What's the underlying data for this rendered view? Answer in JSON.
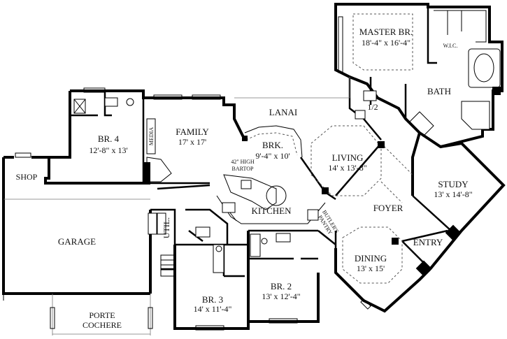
{
  "rooms": {
    "master_br": {
      "name": "MASTER BR.",
      "size": "18'-4\" x 16'-4\""
    },
    "wic": {
      "name": "W.I.C."
    },
    "bath": {
      "name": "BATH"
    },
    "half_bath": {
      "name": "1/2"
    },
    "lanai": {
      "name": "LANAI"
    },
    "br4": {
      "name": "BR. 4",
      "size": "12'-8\" x 13'"
    },
    "family": {
      "name": "FAMILY",
      "size": "17' x 17'"
    },
    "media": {
      "name": "MEDIA"
    },
    "brk": {
      "name": "BRK.",
      "size": "9'-4\" x 10'"
    },
    "bartop": {
      "line1": "42\" HIGH",
      "line2": "BARTOP"
    },
    "living": {
      "name": "LIVING",
      "size": "14' x 13'-8\""
    },
    "study": {
      "name": "STUDY",
      "size": "13' x 14'-8\""
    },
    "shop": {
      "name": "SHOP"
    },
    "kitchen": {
      "name": "KITCHEN"
    },
    "foyer": {
      "name": "FOYER"
    },
    "butlers_pantry": {
      "line1": "BUTLER'S",
      "line2": "PANTRY"
    },
    "util": {
      "name": "UTIL."
    },
    "garage": {
      "name": "GARAGE"
    },
    "entry": {
      "name": "ENTRY"
    },
    "dining": {
      "name": "DINING",
      "size": "13' x 15'"
    },
    "br2": {
      "name": "BR. 2",
      "size": "13' x 12'-4\""
    },
    "br3": {
      "name": "BR. 3",
      "size": "14' x 11'-4\""
    },
    "porte_cochere": {
      "line1": "PORTE",
      "line2": "COCHERE"
    }
  }
}
